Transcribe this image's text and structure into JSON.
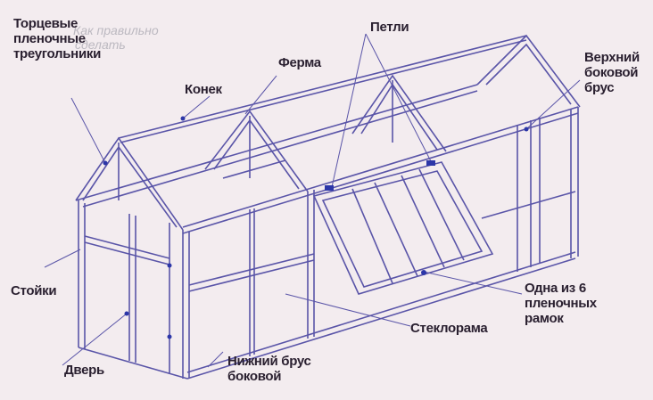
{
  "watermark": {
    "line1": "Как правильно",
    "line2": "сделать"
  },
  "labels": {
    "end_triangles": [
      "Торцевые",
      "пленочные",
      "треугольники"
    ],
    "ridge": "Конек",
    "truss": "Ферма",
    "hinges": "Петли",
    "upper_side_beam": [
      "Верхний",
      "боковой",
      "брус"
    ],
    "posts": "Стойки",
    "door": "Дверь",
    "lower_side_beam": [
      "Нижний брус",
      "боковой"
    ],
    "glazing": "Стеклорама",
    "film_frame": [
      "Одна из 6",
      "пленочных",
      "рамок"
    ]
  },
  "colors": {
    "line": "#5a55a8",
    "background": "#f3ecef",
    "text": "#2a2030",
    "marker": "#2c36a8"
  }
}
